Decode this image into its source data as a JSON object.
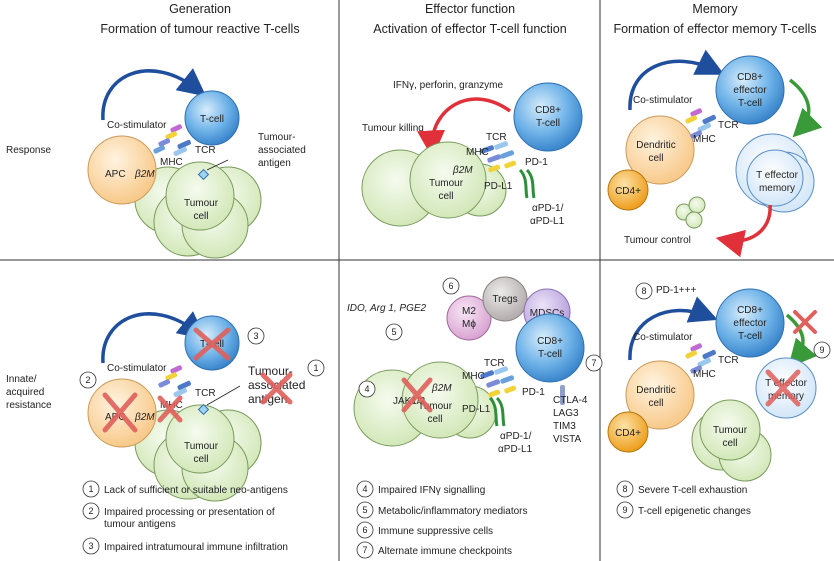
{
  "columns": [
    {
      "header": "Generation",
      "subheader": "Formation of tumour reactive T-cells"
    },
    {
      "header": "Effector function",
      "subheader": "Activation of effector T-cell function"
    },
    {
      "header": "Memory",
      "subheader": "Formation of effector memory T-cells"
    }
  ],
  "rows": {
    "response": "Response",
    "resistance_line1": "Innate/",
    "resistance_line2": "acquired",
    "resistance_line3": "resistance"
  },
  "labels": {
    "co_stimulator": "Co-stimulator",
    "t_cell": "T-cell",
    "tcr": "TCR",
    "mhc": "MHC",
    "apc": "APC",
    "beta2m": "β2M",
    "tumour_assoc_line1": "Tumour-",
    "tumour_assoc_line2": "associated",
    "tumour_assoc_line3": "antigen",
    "tumour": "Tumour",
    "cell": "cell",
    "cd8": "CD8+",
    "effector": "effector",
    "t_cell_plain": "T-cell",
    "ifn": "IFNγ, perforin, granzyme",
    "tumour_killing": "Tumour killing",
    "pd1": "PD-1",
    "pdl1": "PD-L1",
    "apd1": "αPD-1/",
    "apdl1": "αPD-L1",
    "dendritic": "Dendritic",
    "cd4": "CD4+",
    "t_effector": "T effector",
    "memory": "memory",
    "tumour_control": "Tumour control",
    "ido": "IDO, Arg 1, PGE2",
    "m2": "M2",
    "mphi": "Mϕ",
    "tregs": "Tregs",
    "mdscs": "MDSCs",
    "jak": "JAK1/2",
    "ctla4": "CTLA-4",
    "lag3": "LAG3",
    "tim3": "TIM3",
    "vista": "VISTA",
    "pd1_high": "PD-1+++"
  },
  "numbers": {
    "n1": "1",
    "n2": "2",
    "n3": "3",
    "n4": "4",
    "n5": "5",
    "n6": "6",
    "n7": "7",
    "n8": "8",
    "n9": "9"
  },
  "legend_col1": [
    {
      "num": "1",
      "text": "Lack of sufficient or suitable neo-antigens"
    },
    {
      "num": "2",
      "text": "Impaired processing or presentation of",
      "text2": "tumour antigens"
    },
    {
      "num": "3",
      "text": "Impaired intratumoural immune infiltration"
    }
  ],
  "legend_col2": [
    {
      "num": "4",
      "text": "Impaired IFNγ signalling"
    },
    {
      "num": "5",
      "text": "Metabolic/inflammatory mediators"
    },
    {
      "num": "6",
      "text": "Immune suppressive cells"
    },
    {
      "num": "7",
      "text": "Alternate immune checkpoints"
    }
  ],
  "legend_col3": [
    {
      "num": "8",
      "text": "Severe T-cell exhaustion"
    },
    {
      "num": "9",
      "text": "T-cell epigenetic changes"
    }
  ],
  "colors": {
    "tcell_blue": "#5aa7e3",
    "apc_orange": "#fbd7a0",
    "tumour_green": "#dff0cc",
    "cross_red": "#e0605c",
    "arrow_blue": "#1f4e9c",
    "arrow_red": "#e0303a",
    "arrow_green": "#3a9a3a",
    "cd4_orange": "#f4b03c",
    "m2_pink": "#e8bfe3",
    "tregs_gray": "#c8c4c4",
    "mdscs_purple": "#cbb8e6"
  }
}
